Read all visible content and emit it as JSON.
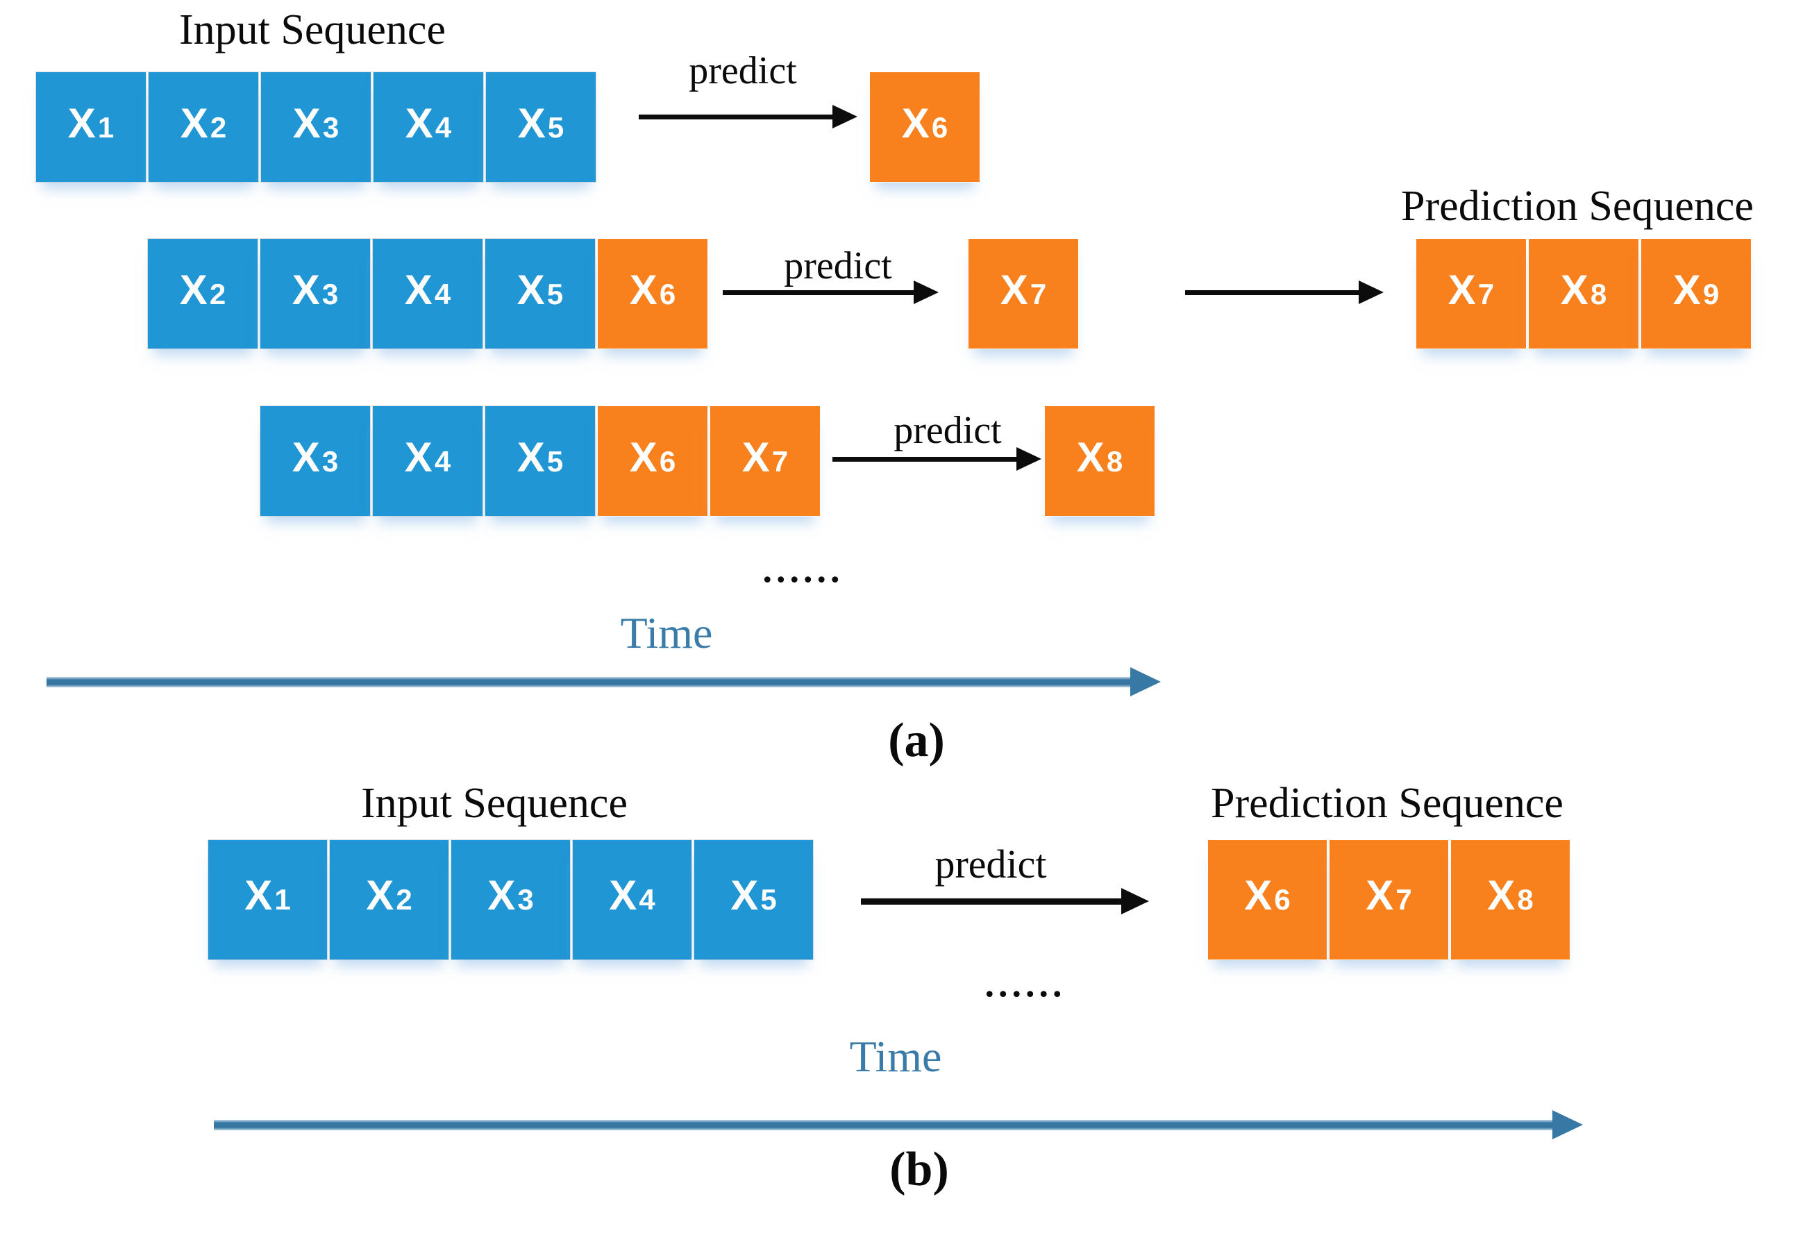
{
  "colors": {
    "box_blue": "#2196d4",
    "box_orange": "#f8811e",
    "time_blue": "#3a7ca9",
    "arrow_black": "#0c0c0c"
  },
  "a": {
    "label": "(a)",
    "input_title": "Input Sequence",
    "prediction_title": "Prediction Sequence",
    "predict1": "predict",
    "predict2": "predict",
    "predict3": "predict",
    "row1": [
      {
        "label": "X",
        "sub": "1",
        "color": "blue"
      },
      {
        "label": "X",
        "sub": "2",
        "color": "blue"
      },
      {
        "label": "X",
        "sub": "3",
        "color": "blue"
      },
      {
        "label": "X",
        "sub": "4",
        "color": "blue"
      },
      {
        "label": "X",
        "sub": "5",
        "color": "blue"
      }
    ],
    "target1": [
      {
        "label": "X",
        "sub": "6",
        "color": "orange"
      }
    ],
    "row2": [
      {
        "label": "X",
        "sub": "2",
        "color": "blue"
      },
      {
        "label": "X",
        "sub": "3",
        "color": "blue"
      },
      {
        "label": "X",
        "sub": "4",
        "color": "blue"
      },
      {
        "label": "X",
        "sub": "5",
        "color": "blue"
      },
      {
        "label": "X",
        "sub": "6",
        "color": "orange"
      }
    ],
    "target2": [
      {
        "label": "X",
        "sub": "7",
        "color": "orange"
      }
    ],
    "row3": [
      {
        "label": "X",
        "sub": "3",
        "color": "blue"
      },
      {
        "label": "X",
        "sub": "4",
        "color": "blue"
      },
      {
        "label": "X",
        "sub": "5",
        "color": "blue"
      },
      {
        "label": "X",
        "sub": "6",
        "color": "orange"
      },
      {
        "label": "X",
        "sub": "7",
        "color": "orange"
      }
    ],
    "target3": [
      {
        "label": "X",
        "sub": "8",
        "color": "orange"
      }
    ],
    "prediction_cells": [
      {
        "label": "X",
        "sub": "7",
        "color": "orange"
      },
      {
        "label": "X",
        "sub": "8",
        "color": "orange"
      },
      {
        "label": "X",
        "sub": "9",
        "color": "orange"
      }
    ],
    "dots": "......",
    "time": "Time"
  },
  "b": {
    "label": "(b)",
    "input_title": "Input Sequence",
    "prediction_title": "Prediction Sequence",
    "predict": "predict",
    "input_cells": [
      {
        "label": "X",
        "sub": "1",
        "color": "blue"
      },
      {
        "label": "X",
        "sub": "2",
        "color": "blue"
      },
      {
        "label": "X",
        "sub": "3",
        "color": "blue"
      },
      {
        "label": "X",
        "sub": "4",
        "color": "blue"
      },
      {
        "label": "X",
        "sub": "5",
        "color": "blue"
      }
    ],
    "prediction_cells": [
      {
        "label": "X",
        "sub": "6",
        "color": "orange"
      },
      {
        "label": "X",
        "sub": "7",
        "color": "orange"
      },
      {
        "label": "X",
        "sub": "8",
        "color": "orange"
      }
    ],
    "dots": "......",
    "time": "Time"
  }
}
